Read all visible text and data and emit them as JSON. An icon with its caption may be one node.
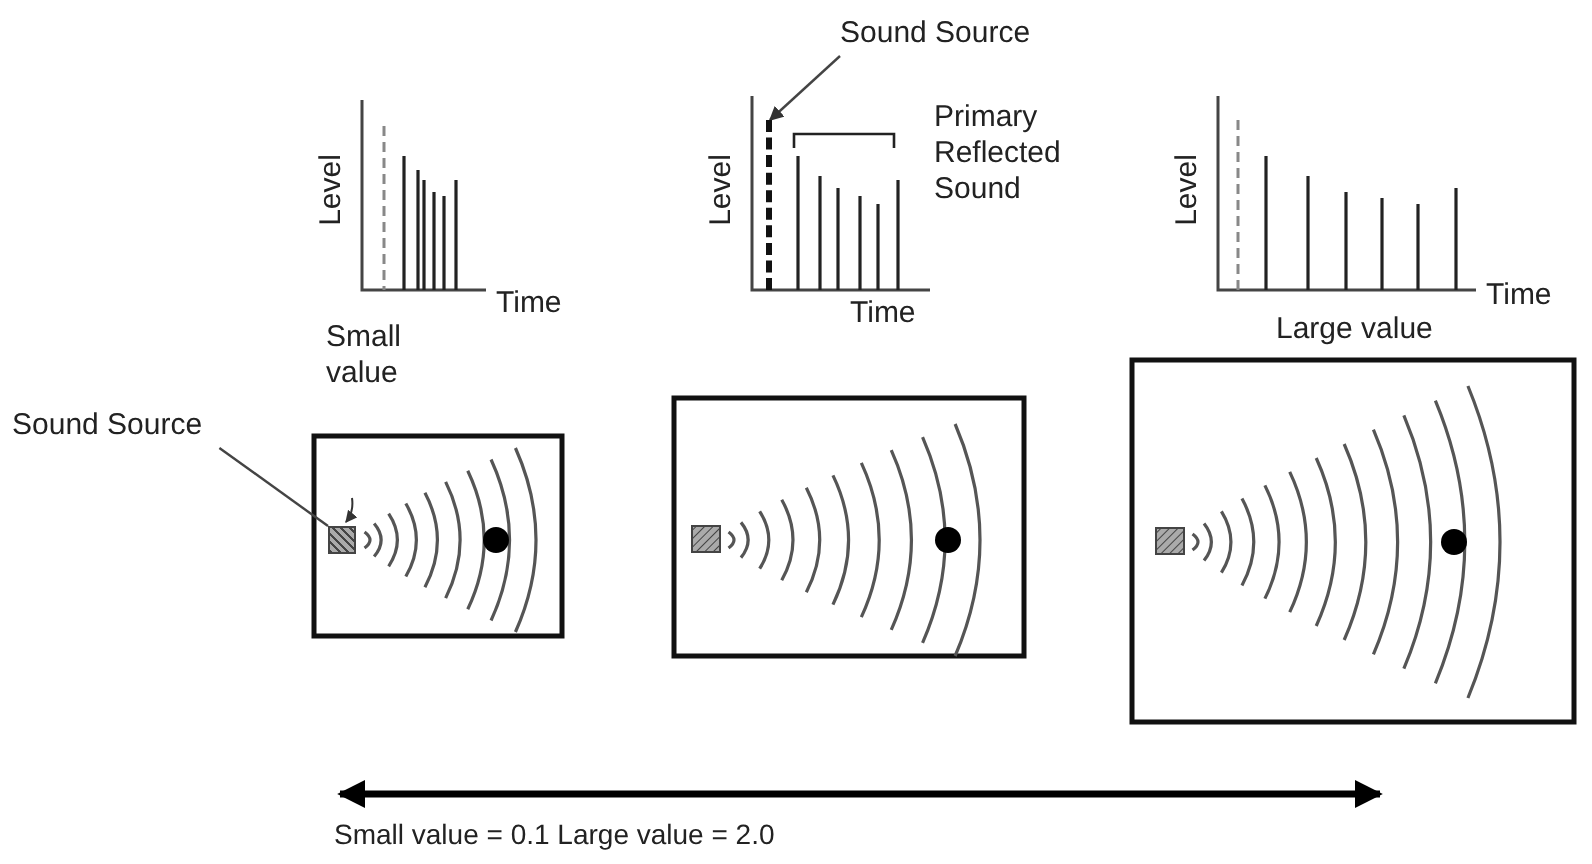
{
  "diagram": {
    "nodes": [
      {
        "text": [
          "Sound Source"
        ]
      },
      {
        "text": [],
        "shape": "box"
      },
      {
        "text": [
          "Sound Source"
        ]
      },
      {
        "text": [],
        "shape": "bar"
      }
    ],
    "edges": [
      {
        "from": 0,
        "to": 1,
        "arrow": "none"
      },
      {
        "from": 2,
        "to": 3,
        "arrow": "to"
      }
    ],
    "labels": [
      "Level",
      "Time",
      "Small value",
      "Level",
      "Primary Reflected Sound",
      "Time",
      "Level",
      "Time",
      "Large value",
      "Small value = 0.1 Large value = 2.0"
    ]
  }
}
